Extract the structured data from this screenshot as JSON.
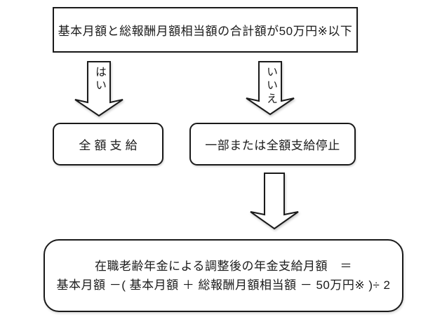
{
  "flowchart": {
    "title_semantic": "在職老齢年金 支給調整フローチャート",
    "condition": "基本月額と総報酬月額相当額の合計額が50万円※以下",
    "branch_yes": {
      "label": "はい",
      "result": "全額支給"
    },
    "branch_no": {
      "label": "いいえ",
      "result": "一部または全額支給停止"
    },
    "formula": {
      "line1": "在職老齢年金による調整後の年金支給月額　＝",
      "line2": "基本月額 －( 基本月額 ＋ 総報酬月額相当額 － 50万円※ )÷ 2"
    }
  },
  "colors": {
    "line": "#1a1a1a",
    "background": "#ffffff",
    "shape_fill": "#ffffff"
  },
  "icons": {
    "down_arrow": "block-down-arrow"
  }
}
